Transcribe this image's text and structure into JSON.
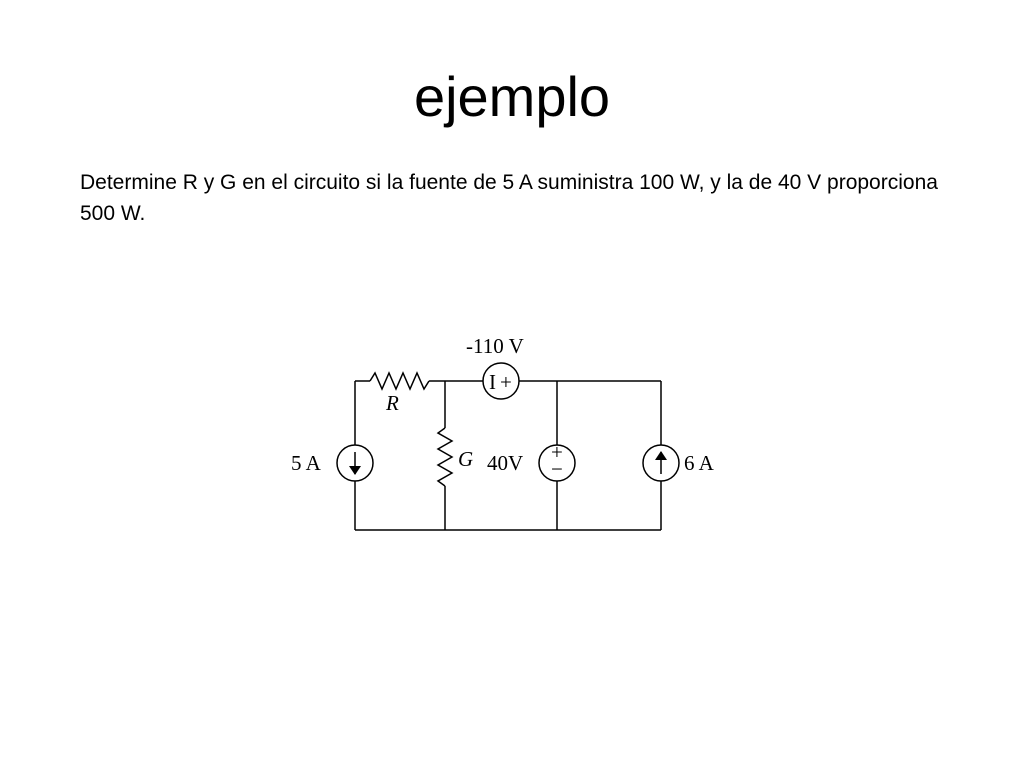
{
  "slide": {
    "title": "ejemplo",
    "problem_text": "Determine R y G en el circuito si la fuente de 5 A suministra 100 W, y la de 40 V proporciona 500 W."
  },
  "circuit": {
    "top_source_label": "-110 V",
    "resistor_label": "R",
    "conductance_label": "G",
    "left_source_label": "5 A",
    "middle_source_label": "40V",
    "right_source_label": "6 A",
    "top_source_minus": "I",
    "top_source_plus": "+",
    "middle_source_plus": "+",
    "middle_source_minus": "−"
  }
}
